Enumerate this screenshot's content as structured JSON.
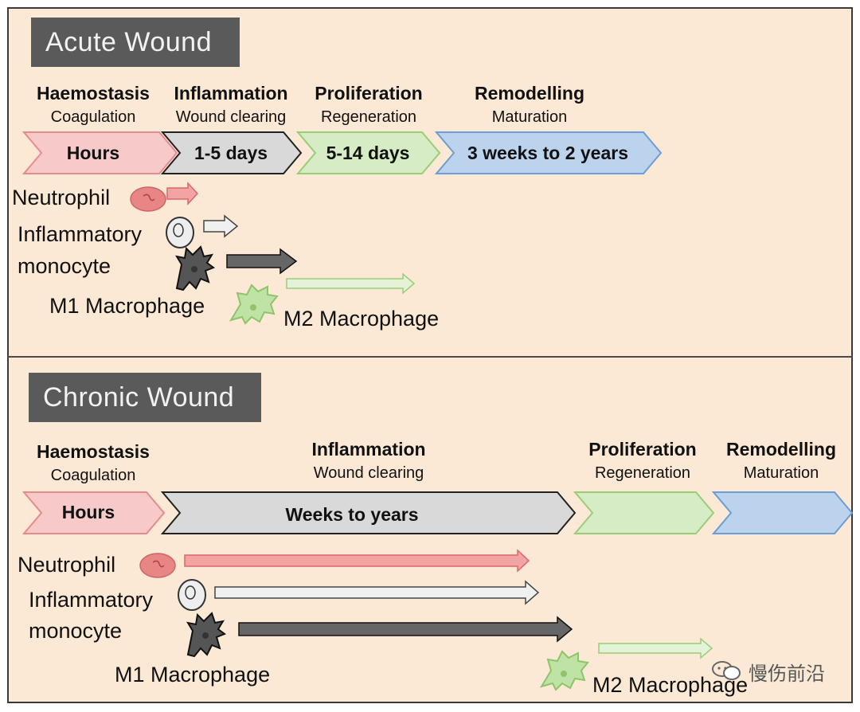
{
  "acute": {
    "title": "Acute Wound",
    "phases": [
      {
        "name": "Haemostasis",
        "sub": "Coagulation",
        "duration": "Hours"
      },
      {
        "name": "Inflammation",
        "sub": "Wound clearing",
        "duration": "1-5 days"
      },
      {
        "name": "Proliferation",
        "sub": "Regeneration",
        "duration": "5-14 days"
      },
      {
        "name": "Remodelling",
        "sub": "Maturation",
        "duration": "3 weeks to 2 years"
      }
    ],
    "cells": {
      "neutrophil": "Neutrophil",
      "monocyte_1": "Inflammatory",
      "monocyte_2": "monocyte",
      "m1": "M1 Macrophage",
      "m2": "M2 Macrophage"
    }
  },
  "chronic": {
    "title": "Chronic Wound",
    "phases": [
      {
        "name": "Haemostasis",
        "sub": "Coagulation",
        "duration": "Hours"
      },
      {
        "name": "Inflammation",
        "sub": "Wound clearing",
        "duration": "Weeks to years"
      },
      {
        "name": "Proliferation",
        "sub": "Regeneration",
        "duration": ""
      },
      {
        "name": "Remodelling",
        "sub": "Maturation",
        "duration": ""
      }
    ],
    "cells": {
      "neutrophil": "Neutrophil",
      "monocyte_1": "Inflammatory",
      "monocyte_2": "monocyte",
      "m1": "M1 Macrophage",
      "m2": "M2 Macrophage"
    }
  },
  "colors": {
    "background": "#fbe9d6",
    "haemostasis": "#f7c9c9",
    "inflammation": "#d9d9d9",
    "proliferation": "#d5ecc4",
    "remodelling": "#bcd3ee",
    "neutrophil": "#e88585",
    "monocyte": "#d6d6d6",
    "m1": "#555555",
    "m2": "#bfe3a5"
  },
  "watermark": "慢伤前沿"
}
